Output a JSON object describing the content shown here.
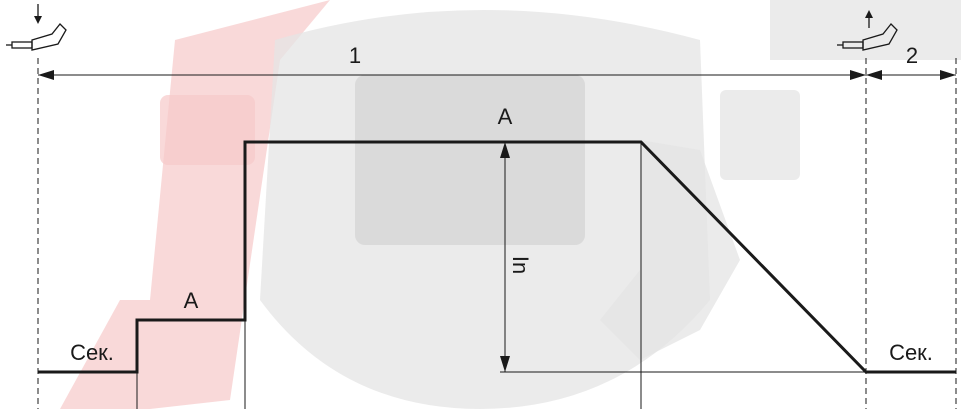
{
  "colors": {
    "line": "#1a1a1a",
    "watermark_red": "#f6c9c9",
    "watermark_gray": "#e4e4e4",
    "watermark_gray_dark": "#cfcfcf"
  },
  "icons": {
    "torch_start": "welding-torch-trigger-press-icon",
    "torch_end": "welding-torch-trigger-release-icon",
    "watermark": "welding-mask-watermark-icon"
  },
  "labels": {
    "cycle": "1",
    "post": "2",
    "current_top": "A",
    "current_mid": "A",
    "pre_flow": "Сек.",
    "post_flow": "Сек.",
    "current_in": "In"
  }
}
